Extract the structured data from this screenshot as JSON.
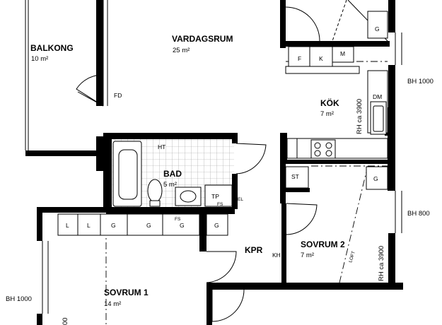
{
  "rooms": {
    "balkong": {
      "name": "BALKONG",
      "area": "10 m²"
    },
    "vardagsrum": {
      "name": "VARDAGSRUM",
      "area": "25 m²"
    },
    "kok": {
      "name": "KÖK",
      "area": "7 m²"
    },
    "bad": {
      "name": "BAD",
      "area": "5 m²"
    },
    "kpr": {
      "name": "KPR"
    },
    "sovrum1": {
      "name": "SOVRUM 1",
      "area": "14 m²"
    },
    "sovrum2": {
      "name": "SOVRUM 2",
      "area": "7 m²"
    }
  },
  "fixtures": {
    "fd": "FD",
    "ht": "HT",
    "tp": "TP",
    "fs": "FS",
    "el": "EL",
    "st": "ST",
    "dm": "DM",
    "kh": "KH",
    "f": "F",
    "k": "K",
    "m": "M",
    "g": "G",
    "l": "L",
    "loft": "LOFT"
  },
  "notes": {
    "bh1000_right": "BH 1000",
    "bh800": "BH 800",
    "bh1000_left": "BH 1000",
    "rh_kok": "RH ca 3900",
    "rh_sovrum2": "RH ca 3900",
    "cut_left": "00"
  }
}
